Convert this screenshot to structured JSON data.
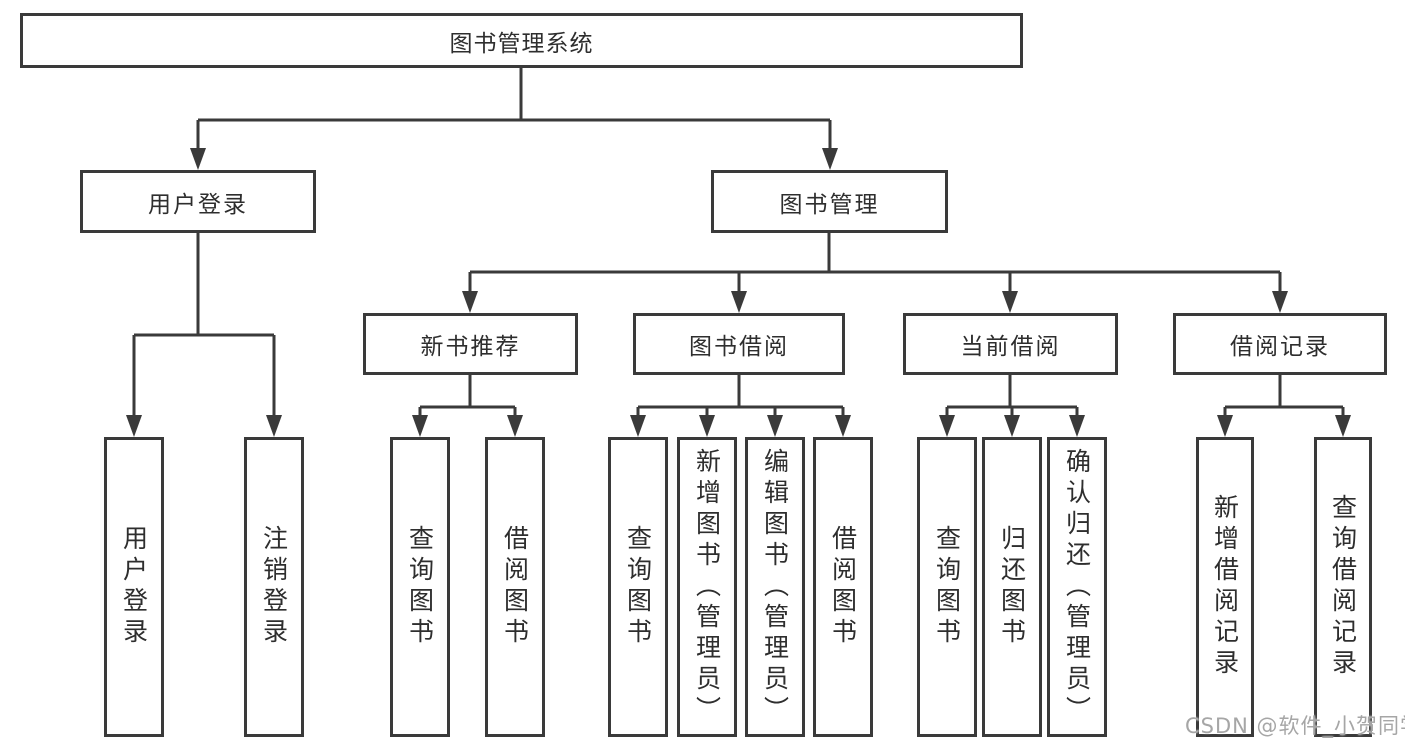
{
  "diagram": {
    "root": {
      "label": "图书管理系统"
    },
    "level2": [
      {
        "label": "用户登录",
        "children": [
          {
            "label": "用户登录"
          },
          {
            "label": "注销登录"
          }
        ]
      },
      {
        "label": "图书管理",
        "children": [
          {
            "label": "新书推荐",
            "children": [
              {
                "label": "查询图书"
              },
              {
                "label": "借阅图书"
              }
            ]
          },
          {
            "label": "图书借阅",
            "children": [
              {
                "label": "查询图书"
              },
              {
                "label": "新增图书（管理员）"
              },
              {
                "label": "编辑图书（管理员）"
              },
              {
                "label": "借阅图书"
              }
            ]
          },
          {
            "label": "当前借阅",
            "children": [
              {
                "label": "查询图书"
              },
              {
                "label": "归还图书"
              },
              {
                "label": "确认归还（管理员）"
              }
            ]
          },
          {
            "label": "借阅记录",
            "children": [
              {
                "label": "新增借阅记录"
              },
              {
                "label": "查询借阅记录"
              }
            ]
          }
        ]
      }
    ]
  },
  "watermark": {
    "text": "CSDN @软件_小贺同学"
  },
  "colors": {
    "line": "#3a3a3a",
    "box_border": "#3a3a3a",
    "text": "#2e2e2e",
    "watermark": "#a6a6a6",
    "background": "#ffffff"
  }
}
